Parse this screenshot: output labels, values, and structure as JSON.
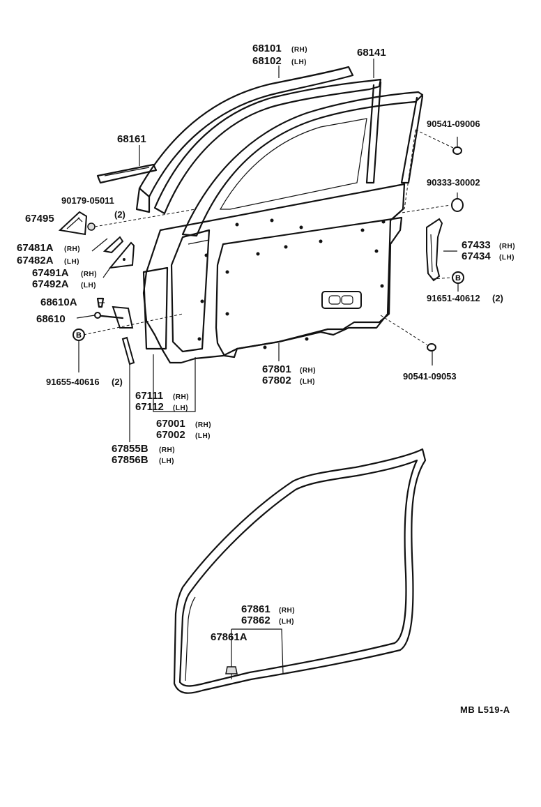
{
  "parts": [
    {
      "id": "68101",
      "num": "68101",
      "side": "(RH)"
    },
    {
      "id": "68102",
      "num": "68102",
      "side": "(LH)"
    },
    {
      "id": "68141",
      "num": "68141"
    },
    {
      "id": "68161",
      "num": "68161"
    },
    {
      "id": "90541_09006",
      "num": "90541-09006"
    },
    {
      "id": "90333_30002",
      "num": "90333-30002"
    },
    {
      "id": "90179_05011",
      "num": "90179-05011",
      "qty": "(2)"
    },
    {
      "id": "67495",
      "num": "67495"
    },
    {
      "id": "67481A",
      "num": "67481A",
      "side": "(RH)"
    },
    {
      "id": "67482A",
      "num": "67482A",
      "side": "(LH)"
    },
    {
      "id": "67491A",
      "num": "67491A",
      "side": "(RH)"
    },
    {
      "id": "67492A",
      "num": "67492A",
      "side": "(LH)"
    },
    {
      "id": "67433",
      "num": "67433",
      "side": "(RH)"
    },
    {
      "id": "67434",
      "num": "67434",
      "side": "(LH)"
    },
    {
      "id": "91651_40612",
      "num": "91651-40612",
      "qty": "(2)"
    },
    {
      "id": "68610A",
      "num": "68610A"
    },
    {
      "id": "68610",
      "num": "68610"
    },
    {
      "id": "91655_40616",
      "num": "91655-40616",
      "qty": "(2)"
    },
    {
      "id": "67801",
      "num": "67801",
      "side": "(RH)"
    },
    {
      "id": "67802",
      "num": "67802",
      "side": "(LH)"
    },
    {
      "id": "90541_09053",
      "num": "90541-09053"
    },
    {
      "id": "67111",
      "num": "67111",
      "side": "(RH)"
    },
    {
      "id": "67112",
      "num": "67112",
      "side": "(LH)"
    },
    {
      "id": "67001",
      "num": "67001",
      "side": "(RH)"
    },
    {
      "id": "67002",
      "num": "67002",
      "side": "(LH)"
    },
    {
      "id": "67855B",
      "num": "67855B",
      "side": "(RH)"
    },
    {
      "id": "67856B",
      "num": "67856B",
      "side": "(LH)"
    },
    {
      "id": "67861",
      "num": "67861",
      "side": "(RH)"
    },
    {
      "id": "67862",
      "num": "67862",
      "side": "(LH)"
    },
    {
      "id": "67861A",
      "num": "67861A"
    }
  ],
  "markers": {
    "bolt": "B"
  },
  "footer": {
    "ref": "MB  L519-A"
  }
}
